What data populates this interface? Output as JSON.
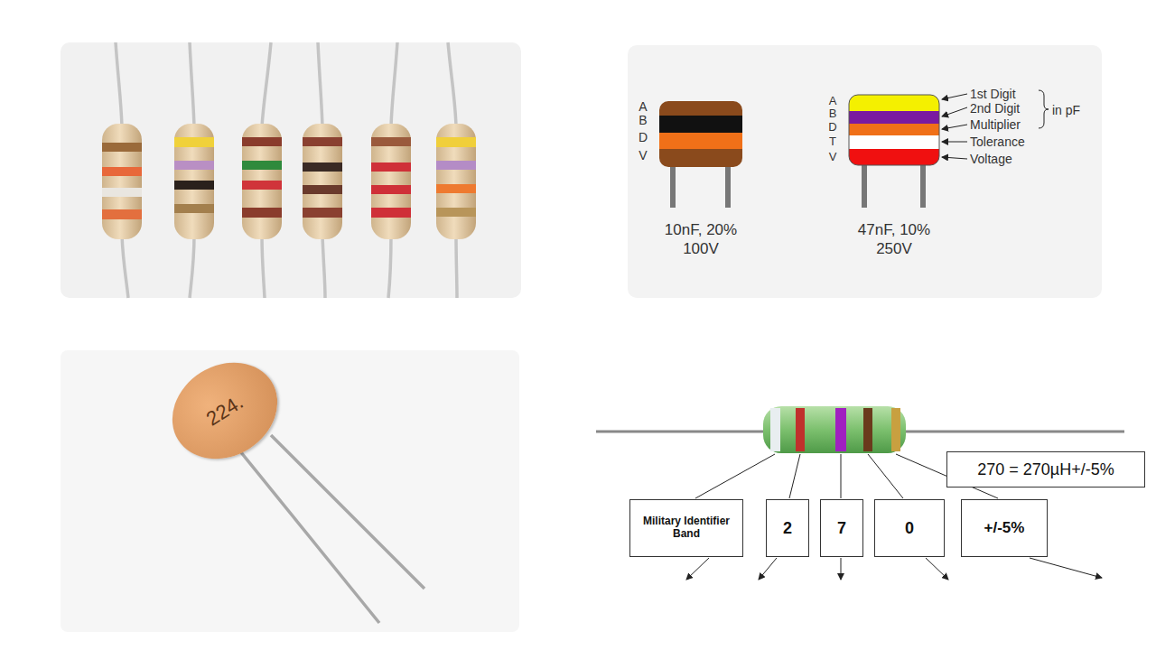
{
  "diagram": {
    "nodes": [
      {
        "text": [
          "224."
        ]
      },
      {
        "text": [
          "270 = 270µH+/-5%"
        ]
      },
      {
        "text": [
          "Military Identifier Band"
        ]
      },
      {
        "text": [
          "2"
        ]
      },
      {
        "text": [
          "7"
        ]
      },
      {
        "text": [
          "0"
        ]
      },
      {
        "text": [
          "+/-5%"
        ]
      }
    ],
    "labels": [
      "A",
      "B",
      "D",
      "V",
      "10nF, 20%",
      "100V",
      "A",
      "B",
      "D",
      "T",
      "V",
      "1st Digit",
      "2nd Digit",
      "Multiplier",
      "Tolerance",
      "Voltage",
      "in pF",
      "47nF, 10%",
      "250V"
    ]
  }
}
